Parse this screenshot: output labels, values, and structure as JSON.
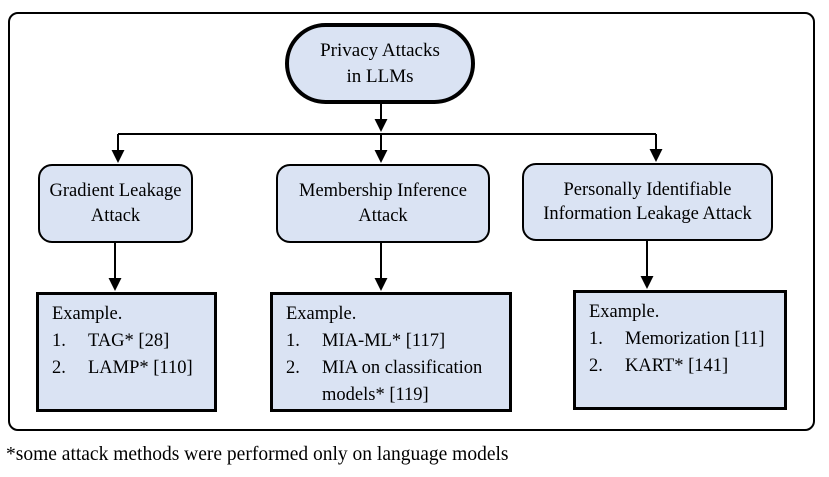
{
  "colors": {
    "node_fill": "#dae3f3",
    "border": "#000000",
    "background": "#ffffff"
  },
  "root": {
    "label": "Privacy Attacks in LLMs"
  },
  "branches": [
    {
      "label": "Gradient Leakage Attack",
      "example_box": {
        "title": "Example.",
        "items": [
          {
            "num": "1.",
            "text": "TAG* [28]"
          },
          {
            "num": "2.",
            "text": "LAMP* [110]"
          }
        ]
      }
    },
    {
      "label": "Membership Inference Attack",
      "example_box": {
        "title": "Example.",
        "items": [
          {
            "num": "1.",
            "text": "MIA-ML* [117]"
          },
          {
            "num": "2.",
            "text": "MIA on classification models* [119]"
          }
        ]
      }
    },
    {
      "label": "Personally Identifiable Information Leakage Attack",
      "example_box": {
        "title": "Example.",
        "items": [
          {
            "num": "1.",
            "text": "Memorization [11]"
          },
          {
            "num": "2.",
            "text": "KART* [141]"
          }
        ]
      }
    }
  ],
  "footnote": "*some attack methods were performed only on language models"
}
